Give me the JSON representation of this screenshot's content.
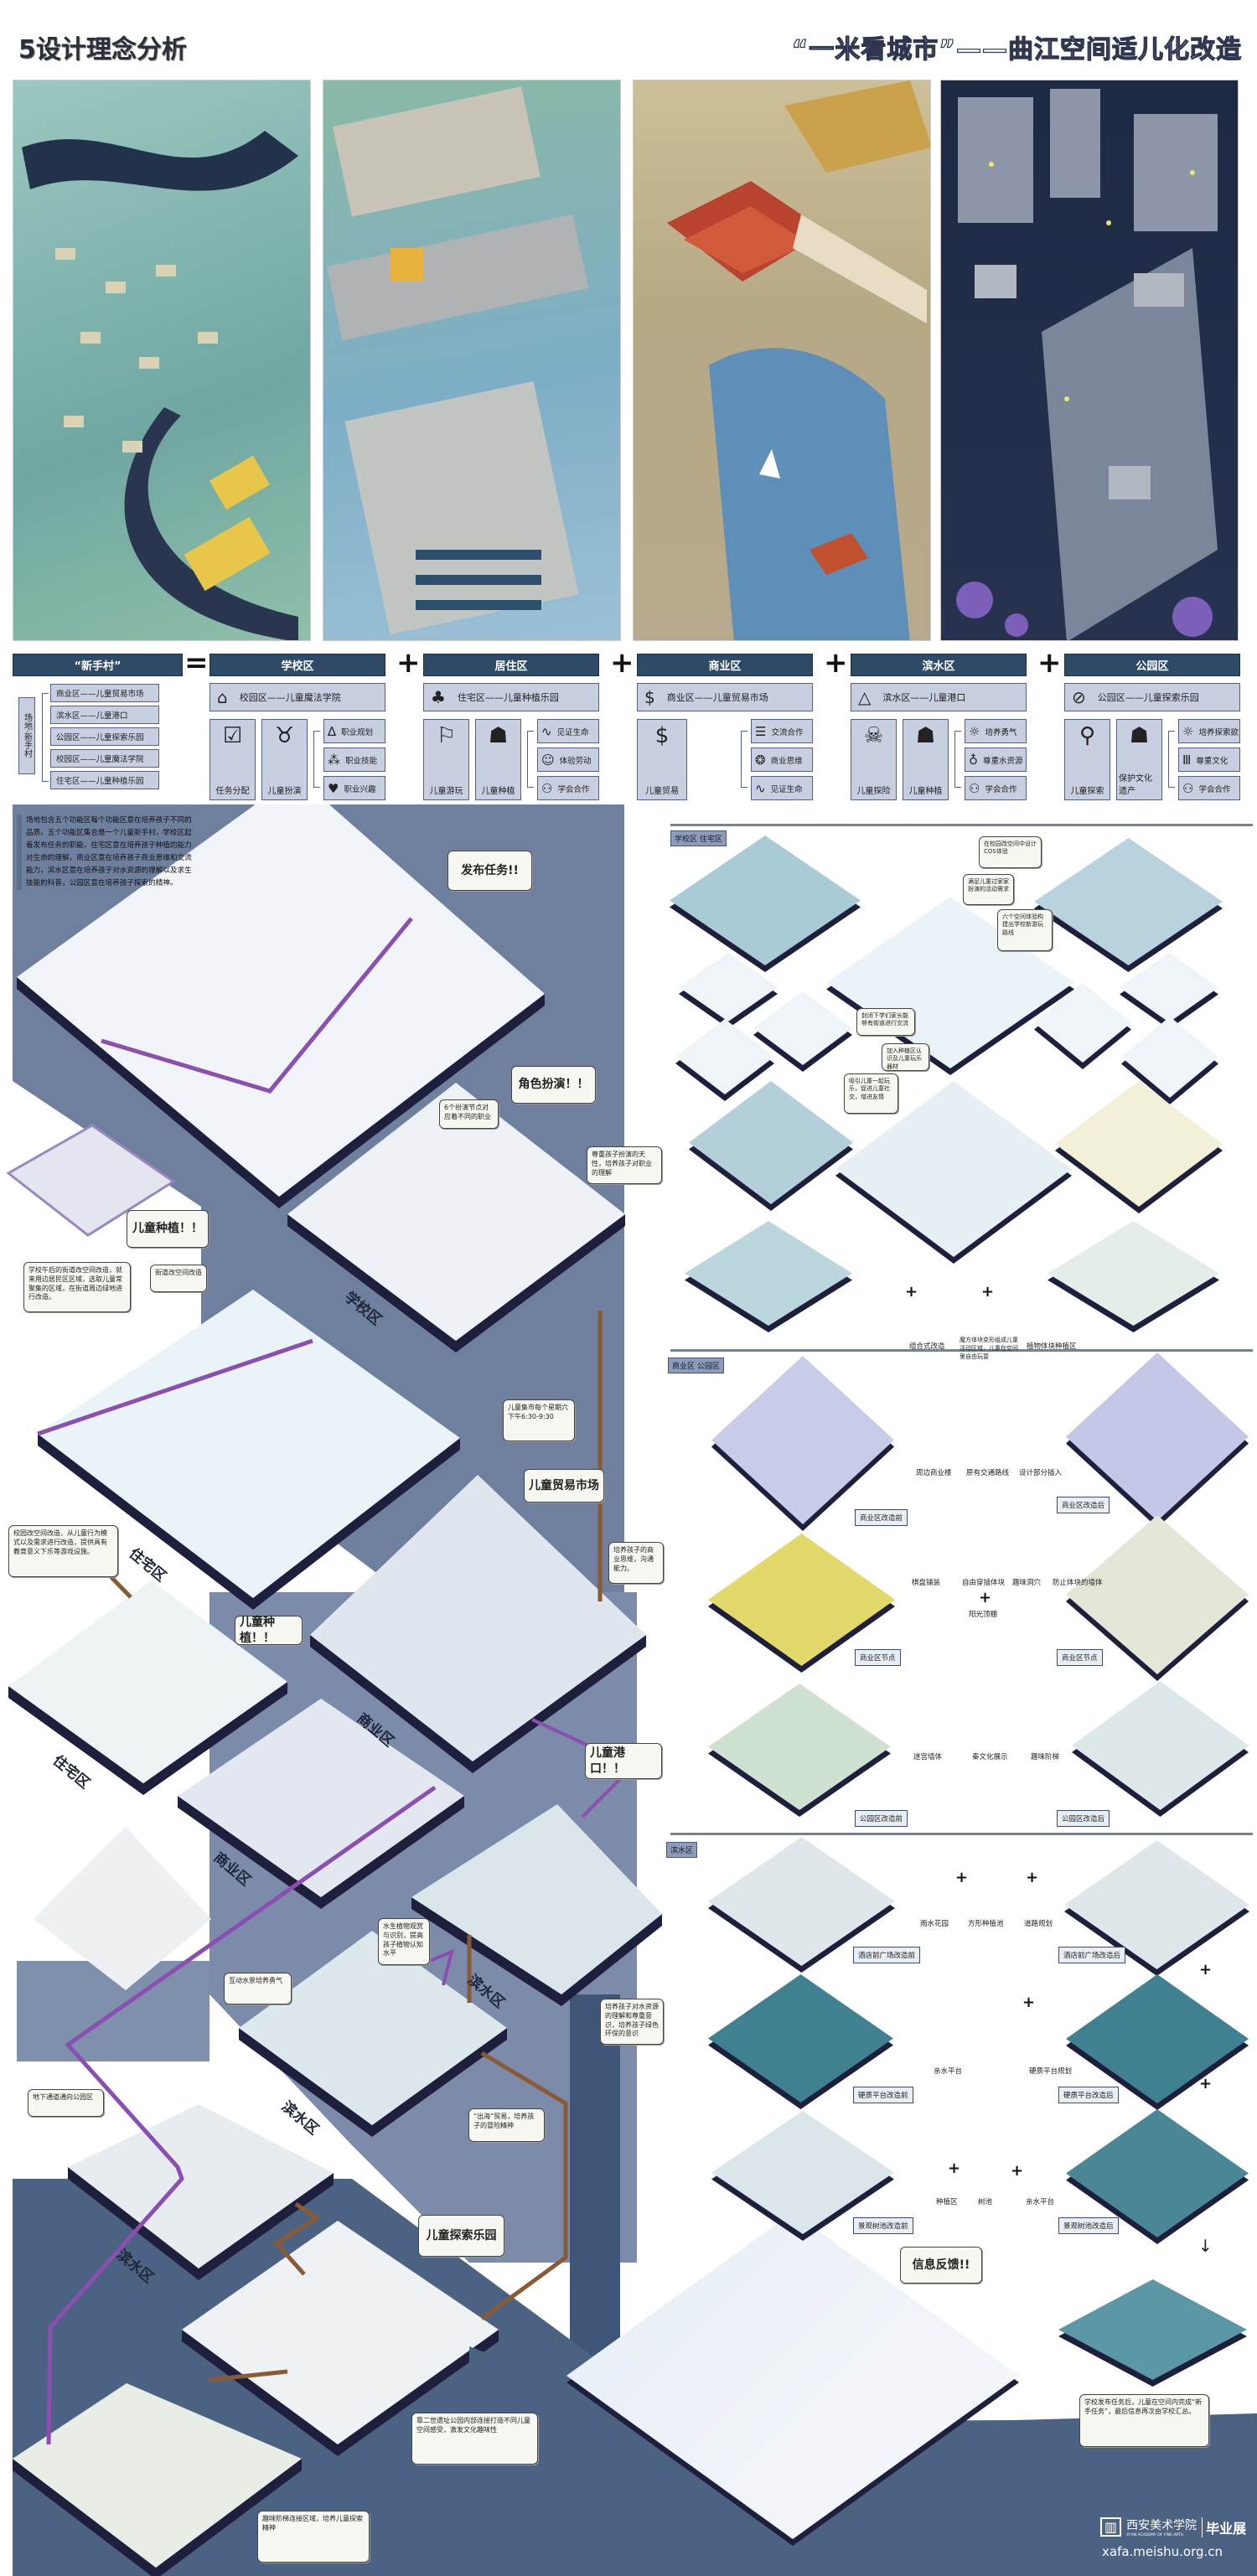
{
  "header": {
    "title": "5设计理念分析",
    "subtitle": "“一米看城市”——曲江空间适儿化改造"
  },
  "colors": {
    "bar": "#2f4a66",
    "box": "#c8cfe0",
    "slate": "#4b6282",
    "purple": "#8a4fb0",
    "brown": "#8a5a34",
    "platform_edge": "#1d1f3c"
  },
  "formula": {
    "lead": "“新手村”",
    "equals": "=",
    "plus": "+",
    "village": {
      "label": "场地·新手村",
      "items": [
        "商业区——儿童贸易市场",
        "滨水区——儿童港口",
        "公园区——儿童探索乐园",
        "校园区——儿童魔法学院",
        "住宅区——儿童种植乐园"
      ]
    },
    "zones": [
      {
        "name": "学校区",
        "title": "校园区——儿童魔法学院",
        "icon": "school-building-icon",
        "cards": [
          {
            "label": "任务分配",
            "icon": "checklist-icon"
          },
          {
            "label": "儿童扮演",
            "icon": "viking-helmet-icon"
          }
        ],
        "outcomes": [
          {
            "label": "职业规划",
            "icon": "compass-icon"
          },
          {
            "label": "职业技能",
            "icon": "network-icon"
          },
          {
            "label": "职业兴趣",
            "icon": "heart-icon"
          }
        ]
      },
      {
        "name": "居住区",
        "title": "住宅区——儿童种植乐园",
        "icon": "sprout-icon",
        "cards": [
          {
            "label": "儿童游玩",
            "icon": "flag-icon"
          },
          {
            "label": "儿童种植",
            "icon": "farmer-icon"
          }
        ],
        "outcomes": [
          {
            "label": "见证生命",
            "icon": "heartbeat-icon"
          },
          {
            "label": "体验劳动",
            "icon": "worker-icon"
          },
          {
            "label": "学会合作",
            "icon": "people-icon"
          }
        ]
      },
      {
        "name": "商业区",
        "title": "商业区——儿童贸易市场",
        "icon": "dollar-laptop-icon",
        "cards": [
          {
            "label": "儿童贸易",
            "icon": "dollar-laptop-icon"
          }
        ],
        "outcomes": [
          {
            "label": "交流合作",
            "icon": "chat-icon"
          },
          {
            "label": "商业思维",
            "icon": "coins-icon"
          },
          {
            "label": "见证生命",
            "icon": "heartbeat-icon"
          }
        ]
      },
      {
        "name": "滨水区",
        "title": "滨水区——儿童港口",
        "icon": "sailboat-icon",
        "cards": [
          {
            "label": "儿童探险",
            "icon": "pirate-flag-icon"
          },
          {
            "label": "儿童种植",
            "icon": "farmer-icon"
          }
        ],
        "outcomes": [
          {
            "label": "培养勇气",
            "icon": "sun-icon"
          },
          {
            "label": "尊重水资源",
            "icon": "water-drop-icon"
          },
          {
            "label": "学会合作",
            "icon": "people-icon"
          }
        ]
      },
      {
        "name": "公园区",
        "title": "公园区——儿童探索乐园",
        "icon": "leaf-icon",
        "cards": [
          {
            "label": "儿童探索",
            "icon": "magnifier-icon"
          },
          {
            "label": "保护文化遗产",
            "icon": "farmer-icon"
          }
        ],
        "outcomes": [
          {
            "label": "培养探索欲",
            "icon": "sun-icon"
          },
          {
            "label": "尊重文化",
            "icon": "column-icon"
          },
          {
            "label": "学会合作",
            "icon": "people-icon"
          }
        ]
      }
    ]
  },
  "main": {
    "intro": "场地包含五个功能区每个功能区意在培养孩子不同的品质。五个功能区集合是一个儿童新手村，学校区起着发布任务的职能，住宅区意在培养孩子种植的能力对生命的理解，商业区意在培养孩子商业思维和交流能力，滨水区意在培养孩子对水资源的理解以及求生技能的科普，公园区意在培养孩子探索的精神。",
    "callouts": [
      "发布任务!!",
      "角色扮演！！",
      "6个扮演节点对应着不同的职业",
      "尊重孩子扮演的天性，培养孩子对职业的理解",
      "儿童种植！！",
      "学校午后的街道改空间改造，就来用边居民区区域，选取儿童常聚集的区域，在街道周边绿地进行改造。",
      "街道改空间改造",
      "儿童集市每个星期六下午6:30-9:30",
      "儿童贸易市场",
      "校园改空间改造，从儿童行为模式以及需求进行改造，提供具有教育意义下乐等游戏设施。",
      "儿童种植！！",
      "培养孩子的商业思维，沟通能力。",
      "儿童港口！！",
      "水生植物观赏与识别，提高孩子植物认知水平",
      "互动水景培养勇气",
      "培养孩子对水资源的理解和尊重意识，培养孩子绿色环保的意识",
      "地下通道通向公园区",
      "“出海”贸易，培养孩子的冒险精神",
      "儿童探索乐园",
      "靠二世遗址公园内部连接打造不同儿童空间感受，激发文化趣味性",
      "趣味阶梯连接区域，培养儿童探索精神",
      "信息反馈!!",
      "学校发布任务后，儿童在空间内完成“新手任务”，最后信息再次由学校汇总。"
    ],
    "zone_labels": [
      "学校区",
      "住宅区",
      "住宅区",
      "商业区",
      "商业区",
      "滨水区",
      "滨水区",
      "滨水区"
    ]
  },
  "right": {
    "school": {
      "tag": "学校区 住宅区",
      "notes": [
        "在校园改空间中设计COS体验",
        "满足儿童过家家扮演的活动需求",
        "六个空间体验构建出学校新游玩路线",
        "封闭下学们家长能够有街道进行交流",
        "加入种植区认识及儿童玩乐器材",
        "吸引儿童一起玩乐，促进儿童社交，增进友情"
      ],
      "captions": [
        "组合式改造",
        "魔方体块变形组成儿童活动区域，儿童在空间里自由玩耍",
        "植物体块种植区"
      ]
    },
    "commerce": {
      "tag": "商业区 公园区",
      "steps1": [
        "周边商业楼",
        "原有交通路线",
        "设计部分插入"
      ],
      "before": "商业区改造前",
      "after": "商业区改造后",
      "steps2": [
        "棋盘铺装",
        "自由穿插体块",
        "趣味洞穴",
        "防止体块的墙体",
        "阳光顶棚"
      ],
      "node": "商业区节点",
      "steps3": [
        "迷宫墙体",
        "秦文化展示",
        "趣味阶梯"
      ],
      "park_before": "公园区改造前",
      "park_after": "公园区改造后"
    },
    "water": {
      "tag": "滨水区",
      "steps1": [
        "雨水花园",
        "方形种植池",
        "道路规划"
      ],
      "b1": "酒店前广场改造前",
      "a1": "酒店前广场改造后",
      "steps2": [
        "亲水平台",
        "硬质平台规划"
      ],
      "b2": "硬质平台改造前",
      "a2": "硬质平台改造后",
      "steps3": [
        "种植区",
        "树池",
        "亲水平台"
      ],
      "b3": "景观树池改造前",
      "a3": "景观树池改造后"
    }
  },
  "footer": {
    "logo": "西安美术学院",
    "logo_en": "XI'AN ACADEMY OF FINE ARTS",
    "exhibit": "毕业展",
    "url": "xafa.meishu.org.cn"
  }
}
